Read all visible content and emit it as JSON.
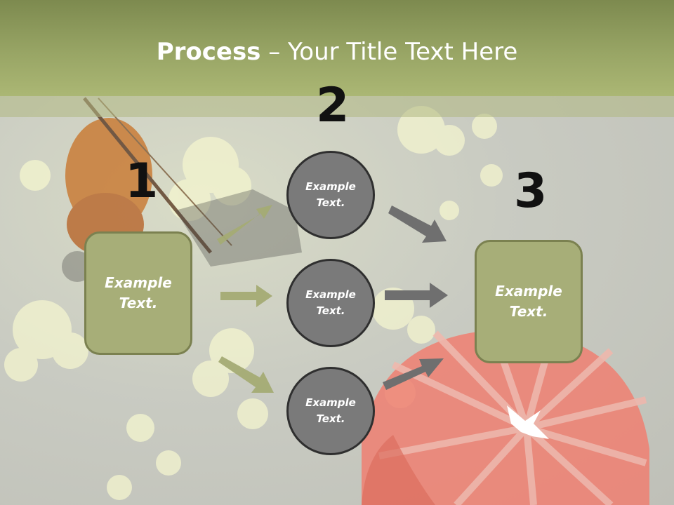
{
  "slide": {
    "title_bold": "Process",
    "title_rest": " – Your Title Text Here"
  },
  "steps": {
    "one": "1",
    "two": "2",
    "three": "3"
  },
  "nodes": {
    "left_box": "Example\nText.",
    "circle_top": "Example\nText.",
    "circle_middle": "Example\nText.",
    "circle_bottom": "Example\nText.",
    "right_box": "Example\nText."
  },
  "colors": {
    "title_bar": "#98a565",
    "box_fill": "#a7ae78",
    "box_border": "#7b8150",
    "circle_fill": "#7a7a7a",
    "circle_border": "#2f2f2f",
    "green_arrow": "#a4ab74",
    "gray_arrow": "#6f6f6f"
  }
}
